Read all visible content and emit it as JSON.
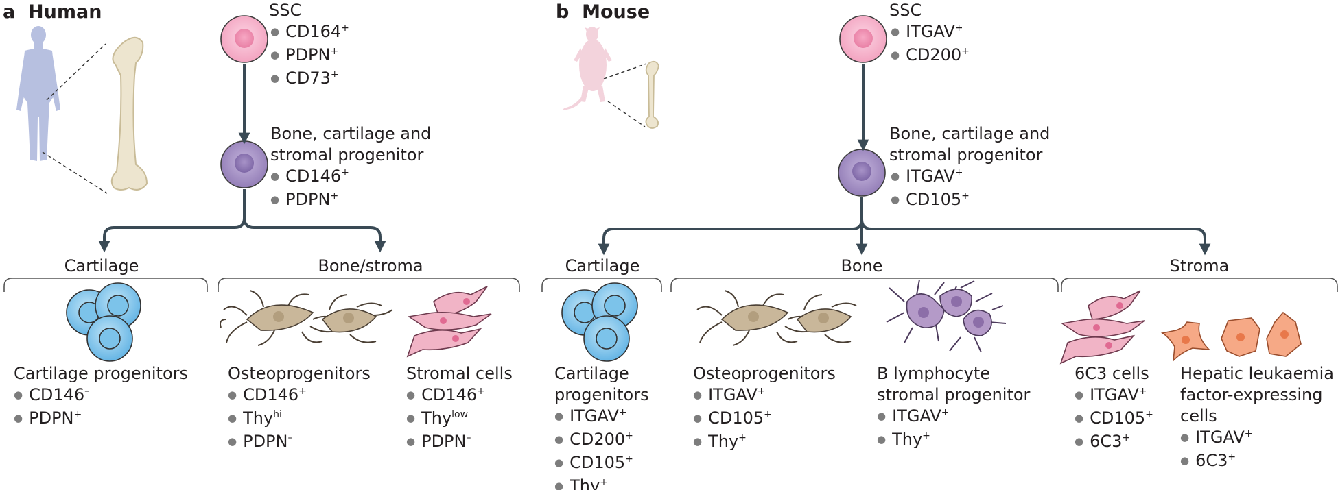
{
  "panel_a": {
    "letter": "a",
    "title": "Human",
    "ssc": {
      "label": "SSC",
      "markers": [
        {
          "base": "CD164",
          "sup": "+"
        },
        {
          "base": "PDPN",
          "sup": "+"
        },
        {
          "base": "CD73",
          "sup": "+"
        }
      ]
    },
    "progenitor": {
      "label_line1": "Bone, cartilage and",
      "label_line2": "stromal progenitor",
      "markers": [
        {
          "base": "CD146",
          "sup": "+"
        },
        {
          "base": "PDPN",
          "sup": "+"
        }
      ]
    },
    "branches": {
      "cartilage": "Cartilage",
      "bone_stroma": "Bone/stroma"
    },
    "cells": [
      {
        "title": [
          "Cartilage progenitors"
        ],
        "markers": [
          {
            "base": "CD146",
            "sup": "–"
          },
          {
            "base": "PDPN",
            "sup": "+"
          }
        ]
      },
      {
        "title": [
          "Osteoprogenitors"
        ],
        "markers": [
          {
            "base": "CD146",
            "sup": "+"
          },
          {
            "base": "Thy",
            "sup": "hi"
          },
          {
            "base": "PDPN",
            "sup": "–"
          }
        ]
      },
      {
        "title": [
          "Stromal cells"
        ],
        "markers": [
          {
            "base": "CD146",
            "sup": "+"
          },
          {
            "base": "Thy",
            "sup": "low"
          },
          {
            "base": "PDPN",
            "sup": "–"
          }
        ]
      }
    ]
  },
  "panel_b": {
    "letter": "b",
    "title": "Mouse",
    "ssc": {
      "label": "SSC",
      "markers": [
        {
          "base": "ITGAV",
          "sup": "+"
        },
        {
          "base": "CD200",
          "sup": "+"
        }
      ]
    },
    "progenitor": {
      "label_line1": "Bone, cartilage and",
      "label_line2": "stromal progenitor",
      "markers": [
        {
          "base": "ITGAV",
          "sup": "+"
        },
        {
          "base": "CD105",
          "sup": "+"
        }
      ]
    },
    "branches": {
      "cartilage": "Cartilage",
      "bone": "Bone",
      "stroma": "Stroma"
    },
    "cells": [
      {
        "title": [
          "Cartilage",
          "progenitors"
        ],
        "markers": [
          {
            "base": "ITGAV",
            "sup": "+"
          },
          {
            "base": "CD200",
            "sup": "+"
          },
          {
            "base": "CD105",
            "sup": "+"
          },
          {
            "base": "Thy",
            "sup": "+"
          }
        ]
      },
      {
        "title": [
          "Osteoprogenitors"
        ],
        "markers": [
          {
            "base": "ITGAV",
            "sup": "+"
          },
          {
            "base": "CD105",
            "sup": "+"
          },
          {
            "base": "Thy",
            "sup": "+"
          }
        ]
      },
      {
        "title": [
          "B lymphocyte",
          "stromal progenitor"
        ],
        "markers": [
          {
            "base": "ITGAV",
            "sup": "+"
          },
          {
            "base": "Thy",
            "sup": "+"
          }
        ]
      },
      {
        "title": [
          "6C3 cells"
        ],
        "markers": [
          {
            "base": "ITGAV",
            "sup": "+"
          },
          {
            "base": "CD105",
            "sup": "+"
          },
          {
            "base": "6C3",
            "sup": "+"
          }
        ]
      },
      {
        "title": [
          "Hepatic leukaemia",
          "factor-expressing",
          "cells"
        ],
        "markers": [
          {
            "base": "ITGAV",
            "sup": "+"
          },
          {
            "base": "6C3",
            "sup": "+"
          }
        ]
      }
    ]
  },
  "colors": {
    "arrow": "#3a4a55",
    "bracket": "#555555",
    "ssc_cell": "#f4a9c3",
    "progenitor_cell": "#9a86bc",
    "cartilage_cell": "#7cc3ea",
    "osteo_cell": "#c9b79a",
    "stromal_cell": "#f1b4c6",
    "b_lymph_stromal": "#b49ac8",
    "hepatic_cell": "#f6a986",
    "human_silhouette": "#b7c0e0",
    "mouse_silhouette": "#f3d3dc",
    "bone": "#ede5cf"
  }
}
